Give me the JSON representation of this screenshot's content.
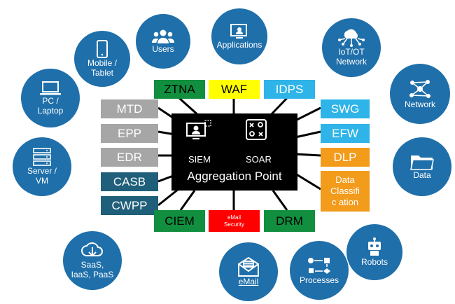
{
  "center": {
    "left_label": "SIEM",
    "right_label": "SOAR",
    "title": "Aggregation Point"
  },
  "boxes": {
    "ztna": "ZTNA",
    "waf": "WAF",
    "idps": "IDPS",
    "mtd": "MTD",
    "epp": "EPP",
    "edr": "EDR",
    "casb": "CASB",
    "cwpp": "CWPP",
    "swg": "SWG",
    "efw": "EFW",
    "dlp": "DLP",
    "data_classification": "Data Classific ation",
    "ciem": "CIEM",
    "email_security": "eMail Security",
    "drm": "DRM"
  },
  "circles": {
    "users": "Users",
    "applications": "Applications",
    "mobile": "Mobile / Tablet",
    "iot": "IoT/OT Network",
    "pc": "PC / Laptop",
    "network": "Network",
    "server": "Server / VM",
    "data": "Data",
    "saas": "SaaS, IaaS, PaaS",
    "robots": "Robots",
    "email": "eMail",
    "processes": "Processes"
  },
  "colors": {
    "circle": "#1f6faa",
    "center": "#000000",
    "gray_box": "#a6a6a6",
    "teal_box": "#1f5f7a",
    "cyan_box": "#2eb4e8",
    "green_box": "#118f3f",
    "yellow_box": "#ffff00",
    "orange_box": "#f39b1b",
    "red_box": "#ff0000"
  },
  "icons": [
    "users-icon",
    "applications-icon",
    "mobile-icon",
    "iot-icon",
    "pc-icon",
    "network-icon",
    "server-icon",
    "data-icon",
    "cloud-icon",
    "robot-icon",
    "email-icon",
    "processes-icon",
    "siem-icon",
    "soar-icon"
  ]
}
